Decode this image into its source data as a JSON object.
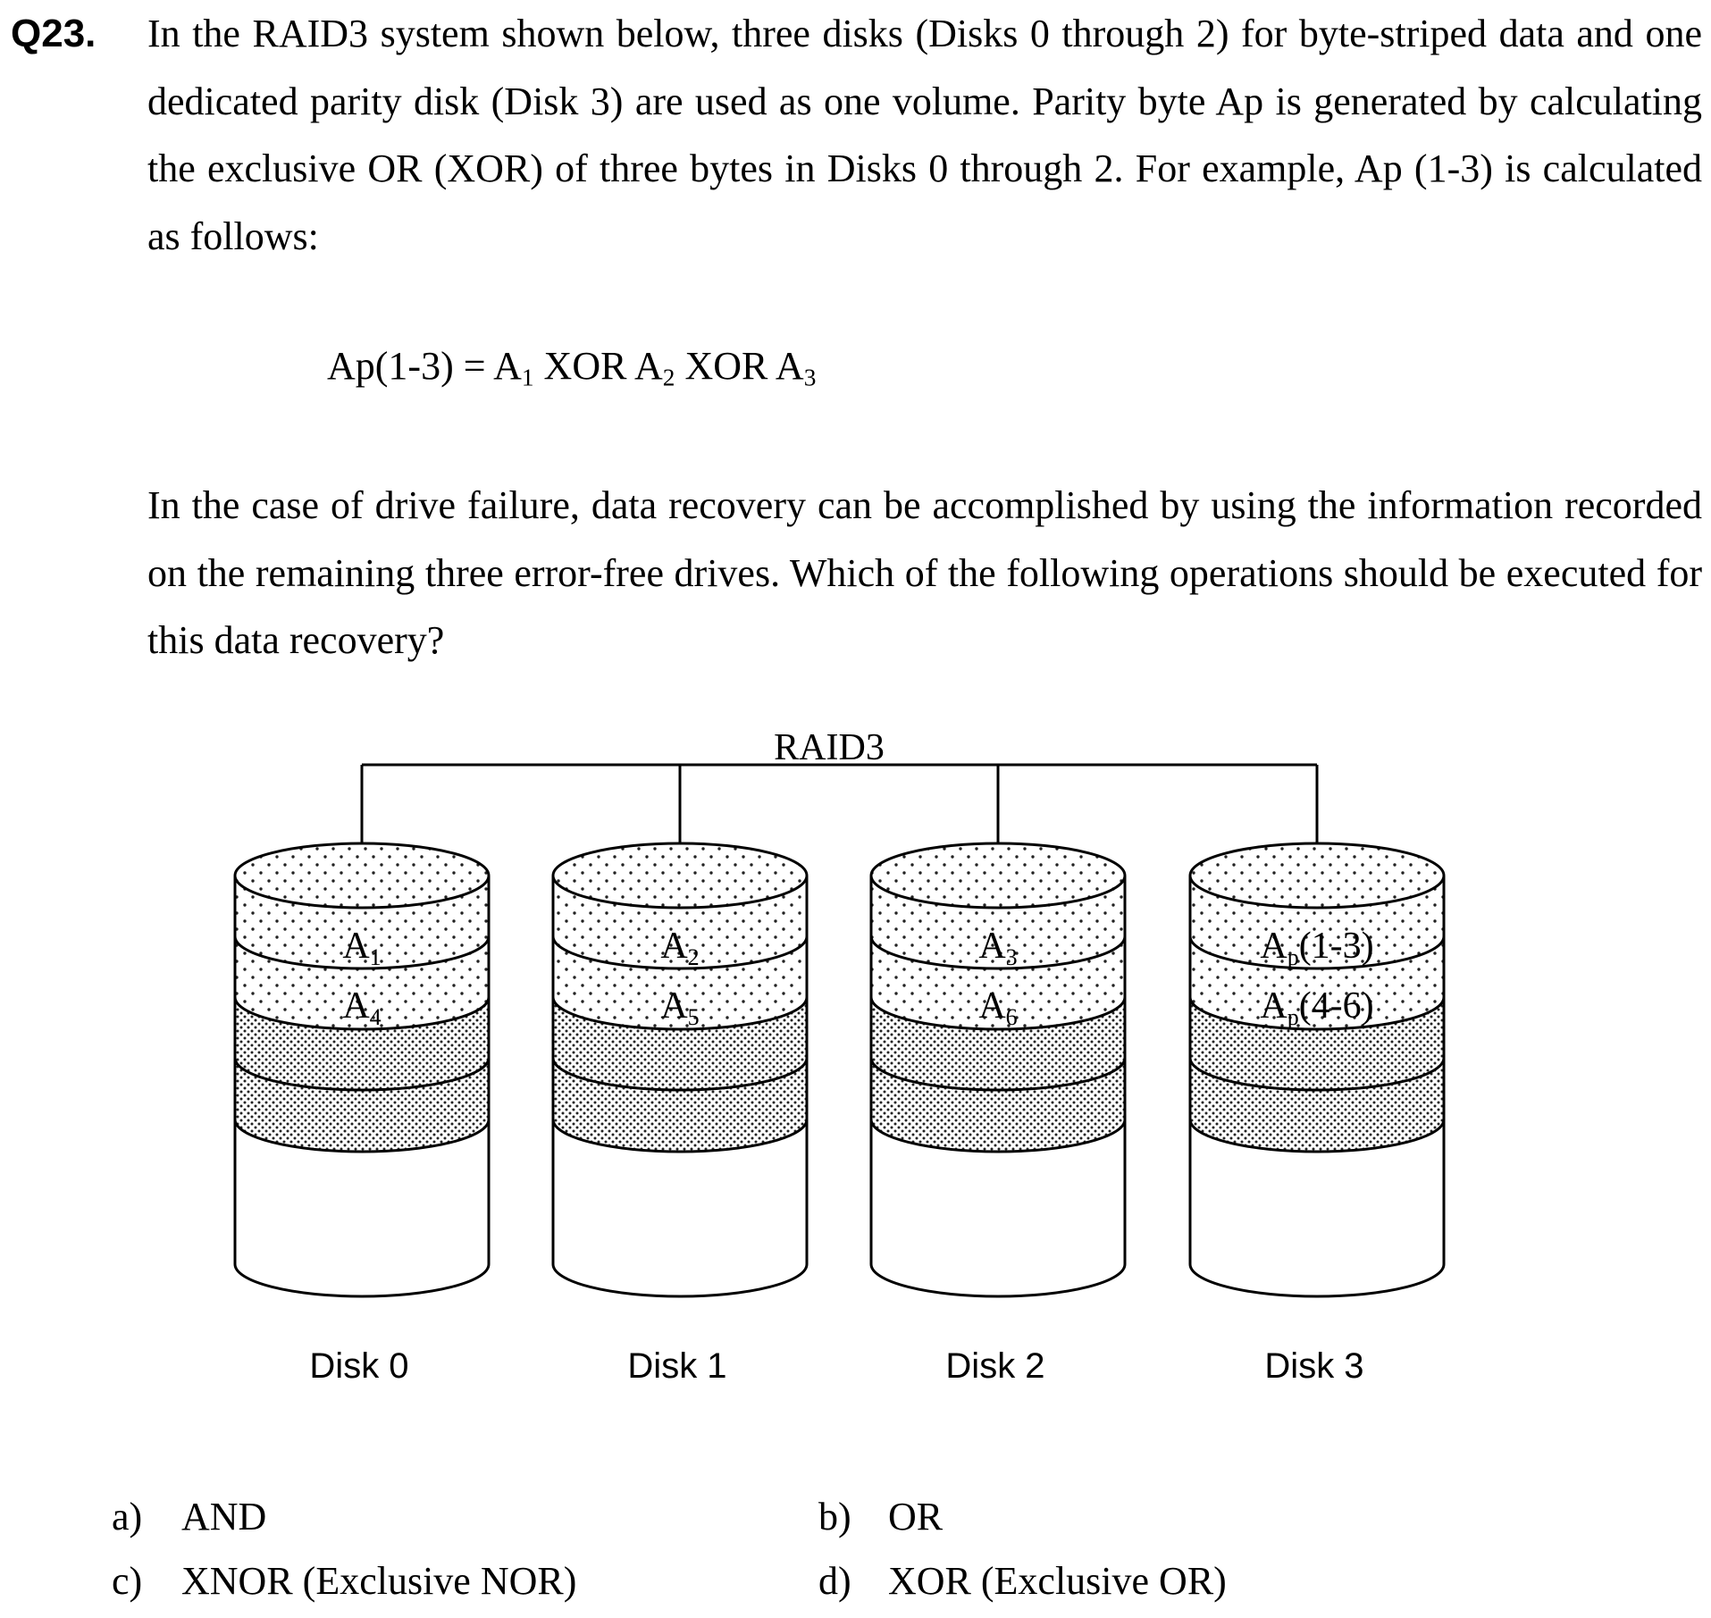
{
  "question": {
    "number": "Q23.",
    "paragraph1": "In the RAID3 system shown below, three disks (Disks 0 through 2) for byte-striped data and one dedicated parity disk (Disk 3) are used as one volume.  Parity byte Ap is generated by calculating the exclusive OR (XOR) of three bytes in Disks 0 through 2.  For example, Ap (1-3) is calculated as follows:",
    "formula": {
      "lhs": "Ap(1-3) = A",
      "s1": "1",
      "op1": " XOR A",
      "s2": "2",
      "op2": " XOR A",
      "s3": "3"
    },
    "paragraph2": "In the case of drive failure, data recovery can be accomplished by using the information recorded on the remaining three error-free drives.  Which of the following operations should be executed for this data recovery?"
  },
  "diagram": {
    "title": "RAID3",
    "disks": [
      {
        "label": "Disk 0",
        "blocks": [
          {
            "base": "A",
            "sub": "1",
            "suffix": ""
          },
          {
            "base": "A",
            "sub": "4",
            "suffix": ""
          }
        ]
      },
      {
        "label": "Disk 1",
        "blocks": [
          {
            "base": "A",
            "sub": "2",
            "suffix": ""
          },
          {
            "base": "A",
            "sub": "5",
            "suffix": ""
          }
        ]
      },
      {
        "label": "Disk 2",
        "blocks": [
          {
            "base": "A",
            "sub": "3",
            "suffix": ""
          },
          {
            "base": "A",
            "sub": "6",
            "suffix": ""
          }
        ]
      },
      {
        "label": "Disk 3",
        "blocks": [
          {
            "base": "A",
            "sub": "p",
            "suffix": "(1-3)"
          },
          {
            "base": "A",
            "sub": "p",
            "suffix": "(4-6)"
          }
        ]
      }
    ]
  },
  "options": [
    {
      "letter": "a)",
      "text": "AND"
    },
    {
      "letter": "b)",
      "text": "OR"
    },
    {
      "letter": "c)",
      "text": "XNOR (Exclusive NOR)"
    },
    {
      "letter": "d)",
      "text": "XOR (Exclusive OR)"
    }
  ]
}
